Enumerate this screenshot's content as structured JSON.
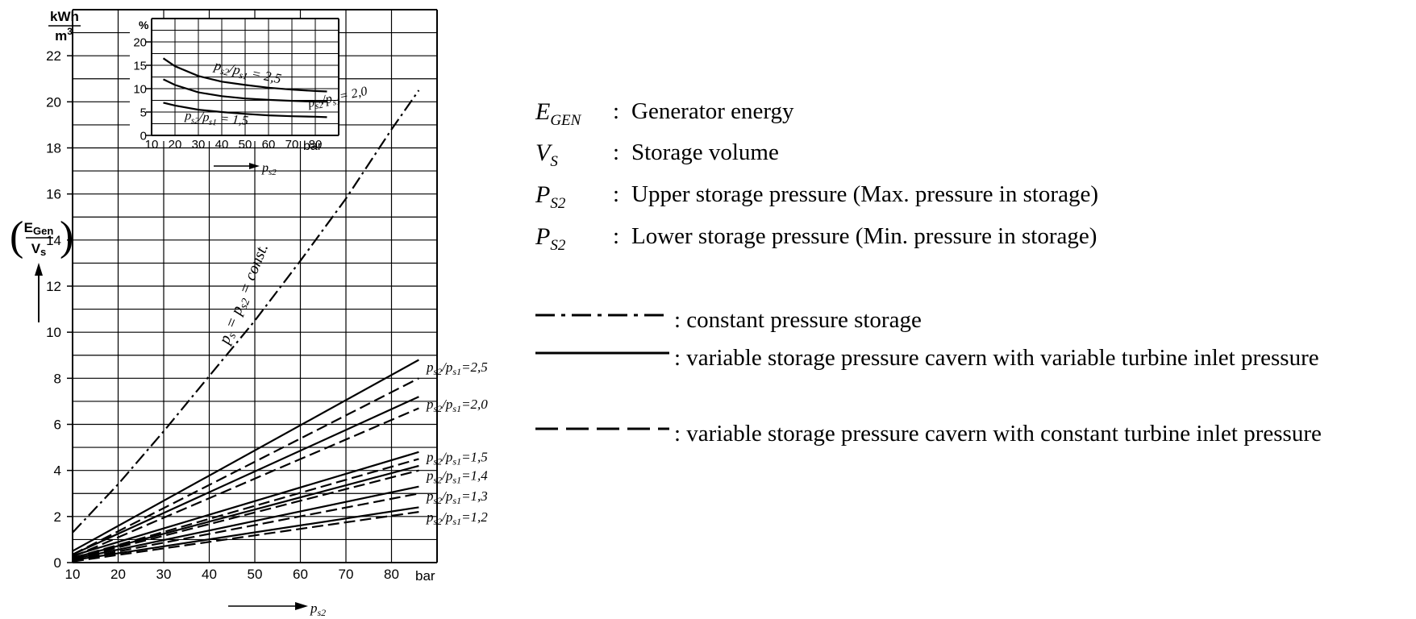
{
  "chart_data": [
    {
      "type": "line",
      "y_unit_num": "kWh",
      "y_unit_den": "m",
      "y_unit_sup": "3",
      "ylabel_num": "E",
      "ylabel_num_sub": "Gen",
      "ylabel_den": "V",
      "ylabel_den_sub": "s",
      "xlabel": "p",
      "xlabel_sub": "s2",
      "x_unit": "bar",
      "xlim": [
        10,
        90
      ],
      "ylim": [
        0,
        24
      ],
      "x_ticks": [
        "10",
        "20",
        "30",
        "40",
        "50",
        "60",
        "70",
        "80"
      ],
      "y_ticks": [
        "0",
        "2",
        "4",
        "6",
        "8",
        "10",
        "12",
        "14",
        "16",
        "18",
        "20",
        "22"
      ],
      "grid": true,
      "constant_pressure_label": "p",
      "constant_pressure_label_sub1": "s",
      "constant_pressure_label_mid": " = p",
      "constant_pressure_label_sub2": "s2",
      "constant_pressure_label_tail": " = const.",
      "series": [
        {
          "style": "dashdot",
          "x": [
            10,
            20,
            30,
            40,
            50,
            60,
            70,
            80,
            86
          ],
          "y": [
            1.3,
            3.4,
            5.7,
            8.1,
            10.5,
            13.1,
            15.8,
            18.8,
            20.5
          ]
        },
        {
          "name": "2,5",
          "style": "solid",
          "x": [
            10,
            86
          ],
          "y": [
            0.5,
            8.8
          ]
        },
        {
          "name": "2,5",
          "style": "dashed",
          "x": [
            10,
            86
          ],
          "y": [
            0.35,
            8.0
          ]
        },
        {
          "name": "2,0",
          "style": "solid",
          "x": [
            10,
            86
          ],
          "y": [
            0.35,
            7.2
          ]
        },
        {
          "name": "2,0",
          "style": "dashed",
          "x": [
            10,
            86
          ],
          "y": [
            0.25,
            6.7
          ]
        },
        {
          "name": "1,5",
          "style": "solid",
          "x": [
            10,
            86
          ],
          "y": [
            0.3,
            4.8
          ]
        },
        {
          "name": "1,5",
          "style": "dashed",
          "x": [
            10,
            86
          ],
          "y": [
            0.2,
            4.5
          ]
        },
        {
          "name": "1,4",
          "style": "solid",
          "x": [
            10,
            86
          ],
          "y": [
            0.2,
            4.2
          ]
        },
        {
          "name": "1,4",
          "style": "dashed",
          "x": [
            10,
            86
          ],
          "y": [
            0.15,
            4.0
          ]
        },
        {
          "name": "1,3",
          "style": "solid",
          "x": [
            10,
            86
          ],
          "y": [
            0.15,
            3.3
          ]
        },
        {
          "name": "1,3",
          "style": "dashed",
          "x": [
            10,
            86
          ],
          "y": [
            0.1,
            3.0
          ]
        },
        {
          "name": "1,2",
          "style": "solid",
          "x": [
            10,
            86
          ],
          "y": [
            0.1,
            2.4
          ]
        },
        {
          "name": "1,2",
          "style": "dashed",
          "x": [
            10,
            86
          ],
          "y": [
            0.05,
            2.2
          ]
        }
      ],
      "right_labels": [
        {
          "pre": "p",
          "sub1": "s2",
          "mid": "/p",
          "sub2": "s1",
          "post": "=2,5",
          "y": 8.5
        },
        {
          "pre": "p",
          "sub1": "s2",
          "mid": "/p",
          "sub2": "s1",
          "post": "=2,0",
          "y": 6.9
        },
        {
          "pre": "p",
          "sub1": "s2",
          "mid": "/p",
          "sub2": "s1",
          "post": "=1,5",
          "y": 4.6
        },
        {
          "pre": "p",
          "sub1": "s2",
          "mid": "/p",
          "sub2": "s1",
          "post": "=1,4",
          "y": 3.8
        },
        {
          "pre": "p",
          "sub1": "s2",
          "mid": "/p",
          "sub2": "s1",
          "post": "=1,3",
          "y": 2.9
        },
        {
          "pre": "p",
          "sub1": "s2",
          "mid": "/p",
          "sub2": "s1",
          "post": "=1,2",
          "y": 2.0
        }
      ]
    },
    {
      "type": "line",
      "inset": true,
      "y_unit": "%",
      "x_unit": "bar",
      "xlabel": "p",
      "xlabel_sub": "s2",
      "xlim": [
        10,
        90
      ],
      "ylim": [
        0,
        25
      ],
      "x_ticks": [
        "10",
        "20",
        "30",
        "40",
        "50",
        "60",
        "70",
        "80"
      ],
      "y_ticks": [
        "0",
        "5",
        "10",
        "15",
        "20"
      ],
      "grid": true,
      "series": [
        {
          "name": "2,5",
          "style": "solid",
          "x": [
            15,
            20,
            30,
            40,
            50,
            60,
            70,
            80,
            85
          ],
          "y": [
            16.5,
            14.8,
            12.7,
            11.5,
            10.8,
            10.2,
            9.8,
            9.5,
            9.4
          ]
        },
        {
          "name": "2,0",
          "style": "solid",
          "x": [
            15,
            20,
            30,
            40,
            50,
            60,
            70,
            80,
            85
          ],
          "y": [
            12.0,
            10.8,
            9.2,
            8.4,
            7.9,
            7.6,
            7.4,
            7.2,
            7.2
          ]
        },
        {
          "name": "1,5",
          "style": "solid",
          "x": [
            15,
            20,
            30,
            40,
            50,
            60,
            70,
            80,
            85
          ],
          "y": [
            7.0,
            6.4,
            5.5,
            5.0,
            4.6,
            4.3,
            4.1,
            4.0,
            3.9
          ]
        }
      ],
      "curve_labels": [
        {
          "pre": "p",
          "sub1": "s2",
          "mid": "/p",
          "sub2": "s1",
          "post": " = 2,5"
        },
        {
          "pre": "p",
          "sub1": "s2",
          "mid": "/p",
          "sub2": "s1",
          "post": "= 2,0"
        },
        {
          "pre": "p",
          "sub1": "s2",
          "mid": "/p",
          "sub2": "s1",
          "post": " = 1,5"
        }
      ]
    }
  ],
  "variables": [
    {
      "sym": "E",
      "sub": "GEN",
      "colon": ":",
      "text": "Generator energy"
    },
    {
      "sym": "V",
      "sub": "S",
      "colon": ":",
      "text": "Storage volume"
    },
    {
      "sym": "P",
      "sub": "S2",
      "colon": ":",
      "text": "Upper storage pressure (Max. pressure in storage)"
    },
    {
      "sym": "P",
      "sub": "S2",
      "colon": ":",
      "text": "Lower storage pressure (Min. pressure in storage)"
    }
  ],
  "line_legend": [
    {
      "style": "dashdot",
      "text": ": constant pressure storage"
    },
    {
      "style": "solid",
      "text": ": variable storage pressure cavern with variable turbine inlet pressure"
    },
    {
      "style": "dashed",
      "text": ": variable storage pressure cavern with constant turbine inlet pressure"
    }
  ]
}
